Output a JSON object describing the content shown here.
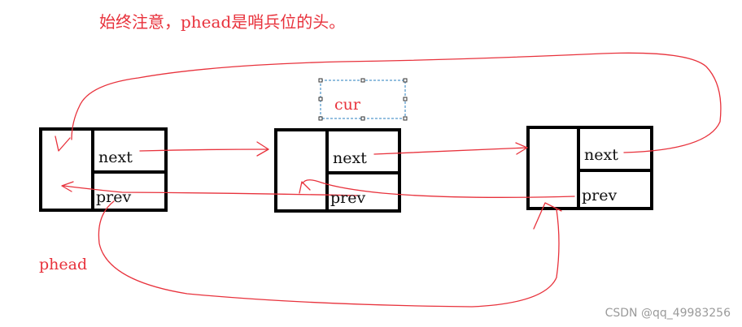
{
  "note": {
    "text": "始终注意，phead是哨兵位的头。"
  },
  "cur_label": "cur",
  "phead_label": "phead",
  "nodes": [
    {
      "next_label": "next",
      "prev_label": "prev"
    },
    {
      "next_label": "next",
      "prev_label": "prev"
    },
    {
      "next_label": "next",
      "prev_label": "prev"
    }
  ],
  "watermark": "CSDN @qq_49983256",
  "colors": {
    "arrow": "#e8323c",
    "box": "#000000",
    "selection": "#2a7fbf"
  }
}
